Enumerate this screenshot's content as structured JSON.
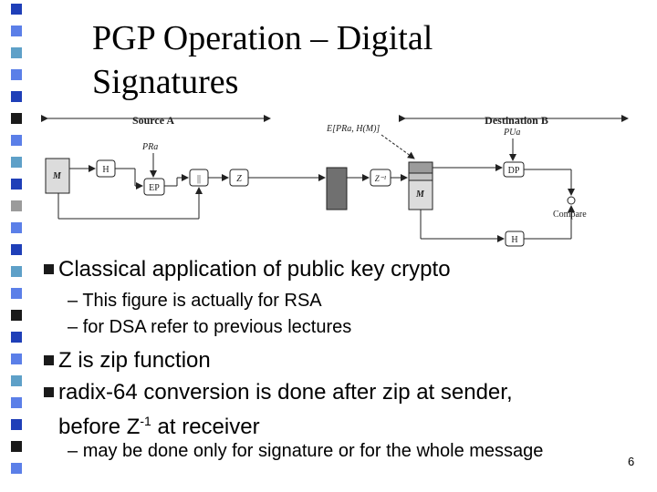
{
  "slide": {
    "title_line1": "PGP Operation – Digital",
    "title_line2": "Signatures",
    "page_number": "6"
  },
  "diagram": {
    "source_label": "Source A",
    "dest_label": "Destination B",
    "m_label": "M",
    "h_label": "H",
    "ep_label": "EP",
    "dp_label": "DP",
    "concat_label": "||",
    "z_label": "Z",
    "zinv_label": "Z⁻¹",
    "compare_label": "Compare",
    "pr_key": "PRa",
    "pu_key": "PUa",
    "sig_label": "E[PRa, H(M)]"
  },
  "bullets": [
    {
      "text": "Classical application of public key crypto",
      "sub": [
        "This figure is actually for RSA",
        "for DSA refer to previous lectures"
      ]
    },
    {
      "text": "Z is zip function"
    },
    {
      "text": "radix-64 conversion is done after zip at sender,",
      "text2_pre": "before Z",
      "sup": "-1",
      "text2_post": " at receiver",
      "sub": [
        "may be done only for signature or for the whole message"
      ]
    }
  ],
  "colors": {
    "stripe_colors": [
      "#1f3fb8",
      "#5b7fe8",
      "#1a1a1a",
      "#5ea0c8",
      "#9b9b9b"
    ]
  }
}
